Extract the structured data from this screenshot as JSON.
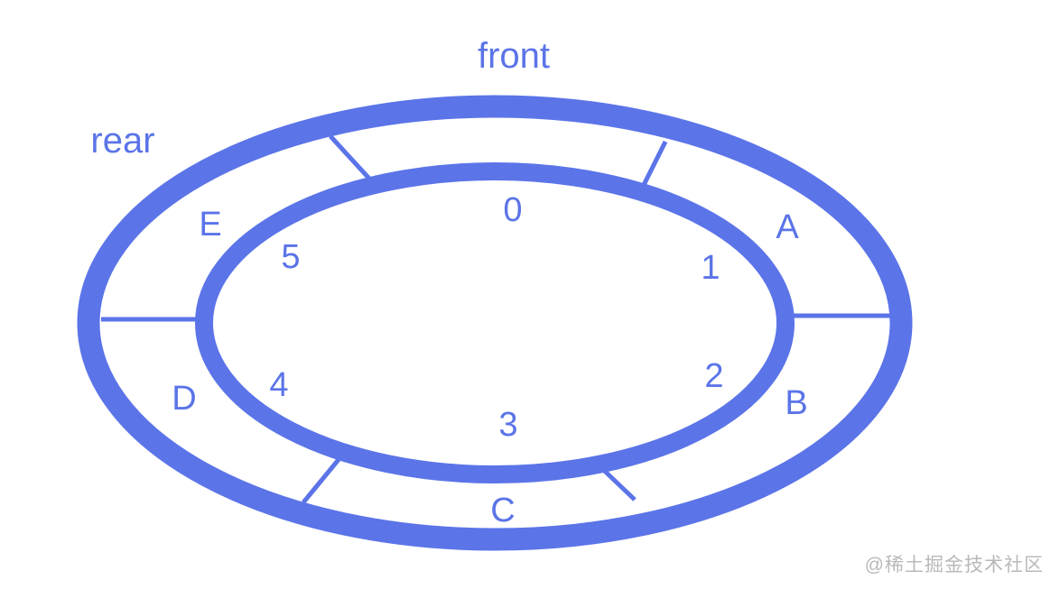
{
  "diagram": {
    "type": "circular-queue",
    "front_label": "front",
    "rear_label": "rear",
    "slot_labels": [
      "A",
      "B",
      "C",
      "D",
      "E"
    ],
    "index_labels": [
      "0",
      "1",
      "2",
      "3",
      "4",
      "5"
    ],
    "colors": {
      "ring": "#5b74e8",
      "watermark": "#b9b9b9",
      "background": "#ffffff"
    }
  },
  "watermark": "@稀土掘金技术社区"
}
